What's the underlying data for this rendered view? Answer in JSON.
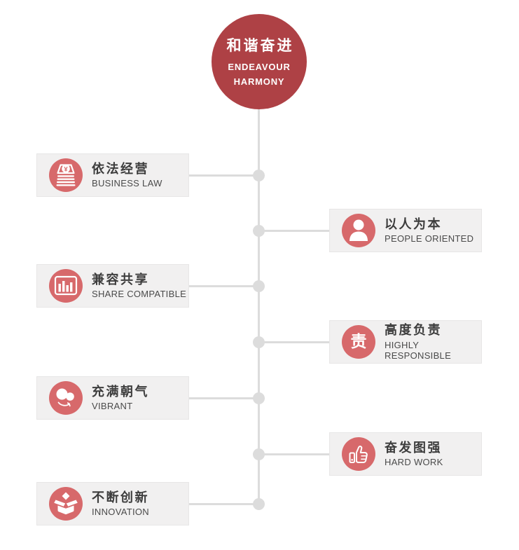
{
  "center_node": {
    "title_zh": "和谐奋进",
    "subtitle_line1": "ENDEAVOUR",
    "subtitle_line2": "HARMONY",
    "color": "#ae4145"
  },
  "timeline": {
    "line_color": "#dcdcdc",
    "dot_color": "#dcdcdc"
  },
  "items": [
    {
      "side": "left",
      "title_zh": "依法经营",
      "title_en": "BUSINESS LAW",
      "icon": "money-stack-icon"
    },
    {
      "side": "right",
      "title_zh": "以人为本",
      "title_en": "PEOPLE ORIENTED",
      "icon": "person-icon"
    },
    {
      "side": "left",
      "title_zh": "兼容共享",
      "title_en": "SHARE COMPATIBLE",
      "icon": "bar-chart-icon"
    },
    {
      "side": "right",
      "title_zh": "高度负责",
      "title_en": "HIGHLY RESPONSIBLE",
      "icon": "responsibility-character-icon",
      "icon_text": "责"
    },
    {
      "side": "left",
      "title_zh": "充满朝气",
      "title_en": "VIBRANT",
      "icon": "balloons-icon"
    },
    {
      "side": "right",
      "title_zh": "奋发图强",
      "title_en": "HARD WORK",
      "icon": "thumbs-up-icon"
    },
    {
      "side": "left",
      "title_zh": "不断创新",
      "title_en": "INNOVATION",
      "icon": "open-box-icon"
    }
  ],
  "colors": {
    "center_circle_bg": "#ae4145",
    "icon_circle_bg": "#d7696b",
    "card_bg": "#f1f0f0",
    "card_border": "#e7e6e6",
    "title_color": "#3d3d3d",
    "subtitle_color": "#4a4a4a",
    "line_color": "#dcdcdc"
  }
}
